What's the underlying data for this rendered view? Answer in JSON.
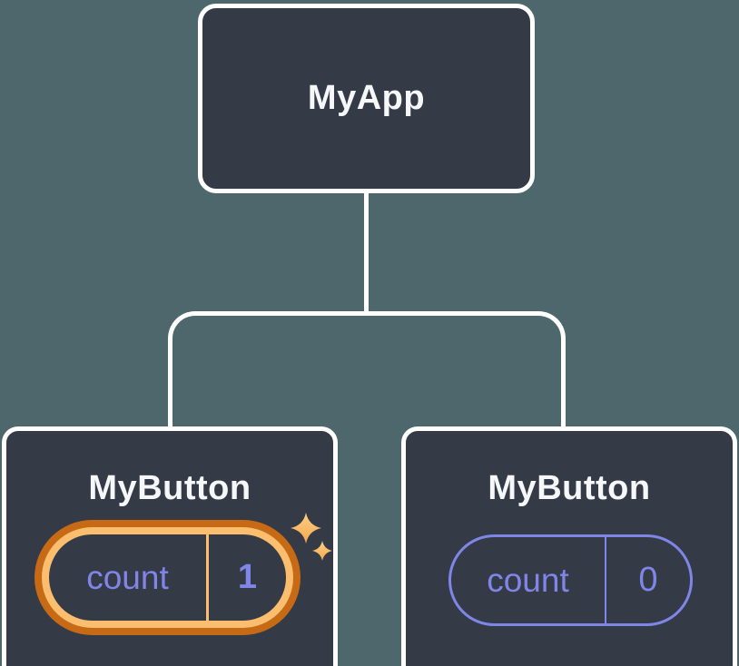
{
  "diagram": {
    "root": {
      "label": "MyApp"
    },
    "children": [
      {
        "label": "MyButton",
        "state": {
          "name": "count",
          "value": "1"
        },
        "highlighted": true
      },
      {
        "label": "MyButton",
        "state": {
          "name": "count",
          "value": "0"
        },
        "highlighted": false
      }
    ]
  },
  "colors": {
    "background": "#4D676D",
    "node_fill": "#343A46",
    "node_border": "#FFFFFF",
    "label_text": "#F6F7F9",
    "state_purple": "#8086E8",
    "highlight_ring_outer": "#C76A15",
    "highlight_ring_inner": "#FBBD6E",
    "sparkle_light": "#FDCE87",
    "sparkle_dark": "#F5A94E"
  },
  "icons": {
    "sparkle": "sparkle-icon"
  }
}
